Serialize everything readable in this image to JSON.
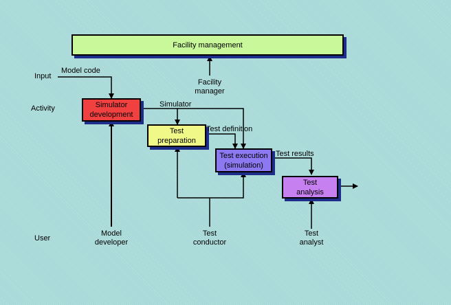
{
  "boxes": {
    "facility_management": {
      "label": "Facility management",
      "color": "#c8f89a"
    },
    "simulator_development": {
      "label": "Simulator development",
      "color": "#f04040"
    },
    "test_preparation": {
      "label": "Test preparation",
      "color": "#f0f888"
    },
    "test_execution": {
      "label": "Test execution (simulation)",
      "color": "#8c78f0"
    },
    "test_analysis": {
      "label": "Test analysis",
      "color": "#c680f0"
    }
  },
  "row_labels": {
    "input": "Input",
    "activity": "Activity",
    "user": "User"
  },
  "flows": {
    "model_code": "Model code",
    "simulator": "Simulator",
    "test_definition": "Test definition",
    "test_results": "Test results"
  },
  "actors": {
    "facility_manager": [
      "Facility",
      "manager"
    ],
    "model_developer": [
      "Model",
      "developer"
    ],
    "test_conductor": [
      "Test",
      "conductor"
    ],
    "test_analyst": [
      "Test",
      "analyst"
    ]
  }
}
